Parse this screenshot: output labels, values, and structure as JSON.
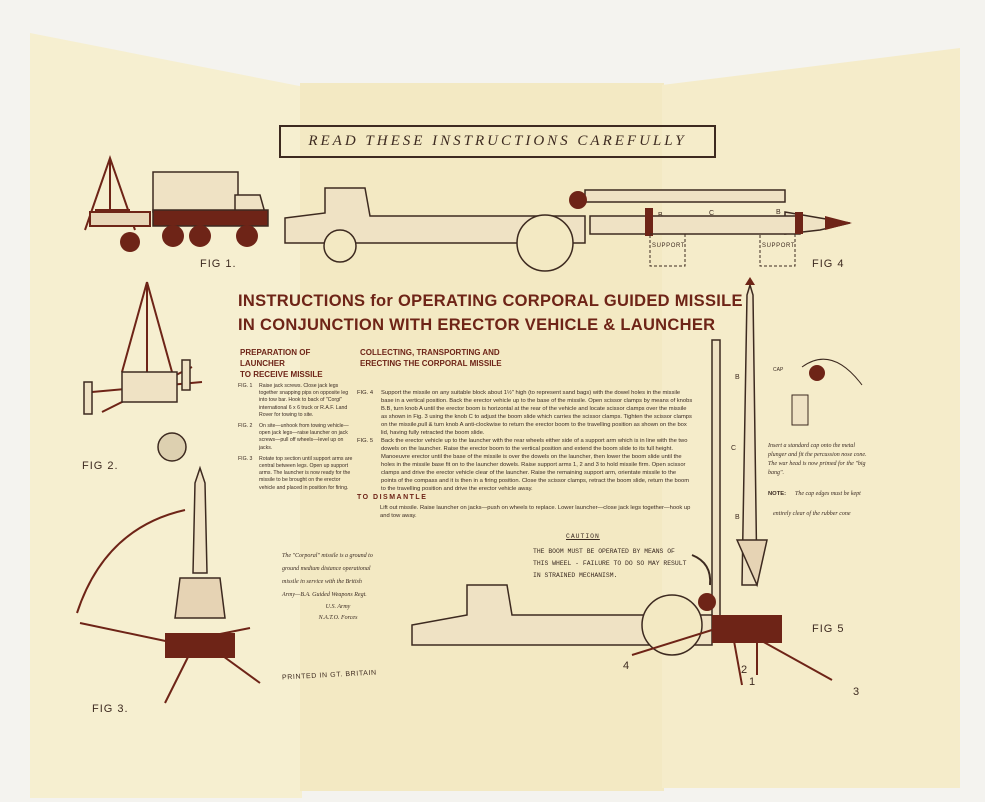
{
  "banner": "READ THESE INSTRUCTIONS CAREFULLY",
  "title_line1": "INSTRUCTIONS for OPERATING CORPORAL GUIDED MISSILE",
  "title_line2": "IN CONJUNCTION WITH ERECTOR VEHICLE & LAUNCHER",
  "prep_heading": "PREPARATION OF LAUNCHER\nTO RECEIVE MISSILE",
  "collect_heading": "COLLECTING, TRANSPORTING AND\nERECTING THE CORPORAL MISSILE",
  "prep_steps": [
    {
      "fig": "FIG. 1",
      "text": "Raise jack screws. Close jack legs together snapping pips on opposite leg into tow bar. Hook to back of \"Corgi\" international 6 x 6 truck or R.A.F. Land Rover for towing to site."
    },
    {
      "fig": "FIG. 2",
      "text": "On site—unhook from towing vehicle—open jack legs—raise launcher on jack screws—pull off wheels—level up on jacks."
    },
    {
      "fig": "FIG. 3",
      "text": "Rotate top section until support arms are central between legs. Open up support arms. The launcher is now ready for the missile to be brought on the erector vehicle and placed in position for firing."
    }
  ],
  "fig4_label": "FIG. 4",
  "fig4_text": "Support the missile on any suitable block about 1½\" high (to represent sand bags) with the dowel holes in the missile base in a vertical position. Back the erector vehicle up to the base of the missile. Open scissor clamps by means of knobs B.B, turn knob A until the erector boom is horizontal at the rear of the vehicle and locate scissor clamps over the missile as shown in Fig. 3 using the knob C to adjust the boom slide which carries the scissor clamps. Tighten the scissor clamps on the missile,pull & turn knob A anti-clockwise to return the erector boom to the travelling position as shown on the box lid, having fully retracted the boom slide.",
  "fig5_label": "FIG. 5",
  "fig5_text": "Back the erector vehicle up to the launcher with the rear wheels either side of a support arm which is in line with the two dowels on the launcher. Raise the erector boom to the vertical position and extend the boom slide to its full height. Manoeuvre erector until the base of the missile is over the dowels on the launcher, then lower the boom slide until the holes in the missile base fit on to the launcher dowels. Raise support arms 1, 2 and 3 to hold missile firm. Open scissor clamps and drive the erector vehicle clear of the launcher. Raise the remaining support arm, orientate missile to the points of the compass and it is then in a firing position. Close the scissor clamps, retract the boom slide, return the boom to the travelling position and drive the erector vehicle away.",
  "dismantle_heading": "TO DISMANTLE",
  "dismantle_text": "Lift out missile. Raise launcher on jacks—push on wheels to replace. Lower launcher—close jack legs together—hook up and tow away.",
  "caution_title": "CAUTION",
  "caution_lines": [
    "THE BOOM MUST BE OPERATED BY MEANS OF",
    "THIS WHEEL - FAILURE TO DO SO MAY RESULT",
    "IN STRAINED MECHANISM."
  ],
  "cap_label": "CAP",
  "cap_text": "Insert a standard cap onto the metal plunger and fit the percussion nose cone. The war head is now primed for the \"big bang\".",
  "note_label": "NOTE:",
  "note_text": "The cap edges must be kept",
  "note_text2": "entirely clear of the rubber cone",
  "corporal_lines": [
    "The \"Corporal\" missile is a ground to",
    "ground medium distance operational",
    "missile in service with the British",
    "Army—B.A. Guided Weapons Regt.",
    "U.S. Army",
    "N.A.T.O. Forces"
  ],
  "printed": "PRINTED IN GT. BRITAIN",
  "fig_labels": {
    "fig1": "FIG 1.",
    "fig2": "FIG 2.",
    "fig3": "FIG 3.",
    "fig4": "FIG 4",
    "fig5": "FIG 5"
  },
  "support_label": "SUPPORT",
  "knob_labels": {
    "a": "A",
    "b": "B",
    "c": "C"
  },
  "arm_numbers": [
    "1",
    "2",
    "3",
    "4"
  ],
  "colors": {
    "paper": "#f5ecc9",
    "ink": "#6e2417",
    "line": "#3d2a20",
    "background": "#f4f3ef"
  }
}
